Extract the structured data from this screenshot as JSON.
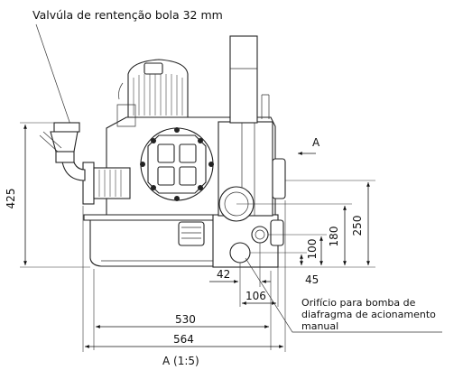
{
  "labels": {
    "valve": "Valvúla de rentenção bola 32 mm",
    "view_arrow": "A",
    "view_title": "A (1:5)",
    "orifice_line1": "Orifício para bomba de",
    "orifice_line2": "diafragma de acionamento",
    "orifice_line3": "manual"
  },
  "dimensions": {
    "height_total": "425",
    "height_250": "250",
    "height_180": "180",
    "height_100": "100",
    "offset_45": "45",
    "offset_42": "42",
    "width_106": "106",
    "width_530": "530",
    "width_564": "564"
  }
}
